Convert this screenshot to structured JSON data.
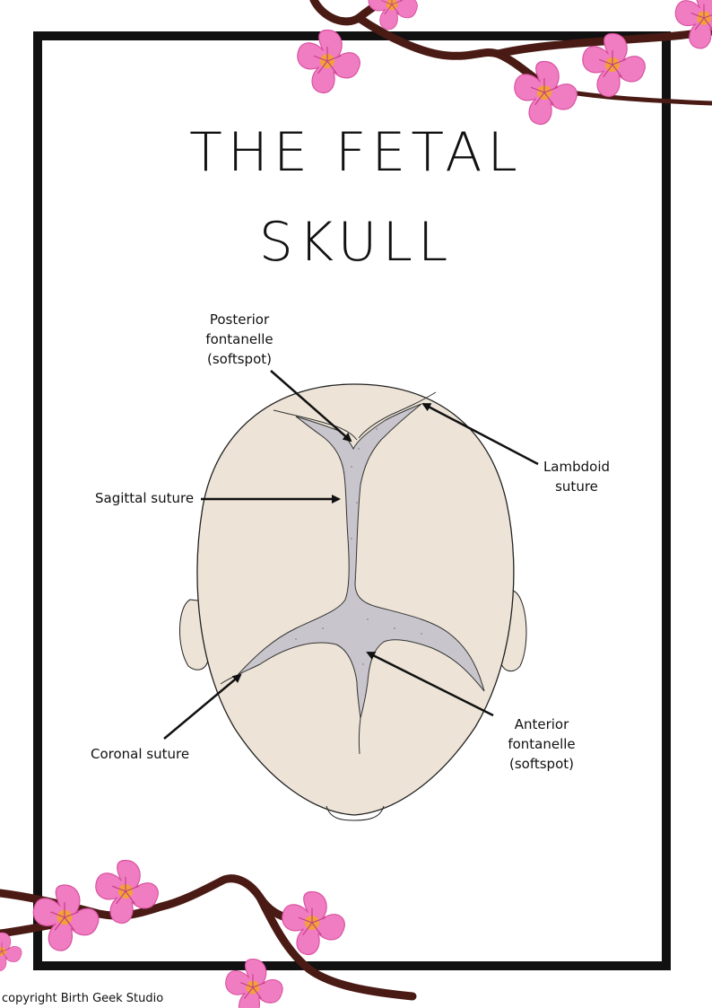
{
  "title": {
    "line1": "THE FETAL",
    "line2": "SKULL"
  },
  "labels": {
    "posterior_fontanelle": [
      "Posterior",
      "fontanelle",
      "(softspot)"
    ],
    "lambdoid_suture": [
      "Lambdoid",
      "suture"
    ],
    "sagittal_suture": "Sagittal suture",
    "coronal_suture": "Coronal suture",
    "anterior_fontanelle": [
      "Anterior",
      "fontanelle",
      "(softspot)"
    ]
  },
  "footer": {
    "copyright": "copyright Birth Geek Studio"
  },
  "colors": {
    "skull": "#ede4d7",
    "fontanelle": "#c8c6cc",
    "frame": "#111111",
    "blossom": "#f07cc2",
    "blossom_center": "#f2a13a",
    "branch": "#4a1a14"
  },
  "icons": [
    "cherry-blossom-icon",
    "arrow-icon"
  ]
}
